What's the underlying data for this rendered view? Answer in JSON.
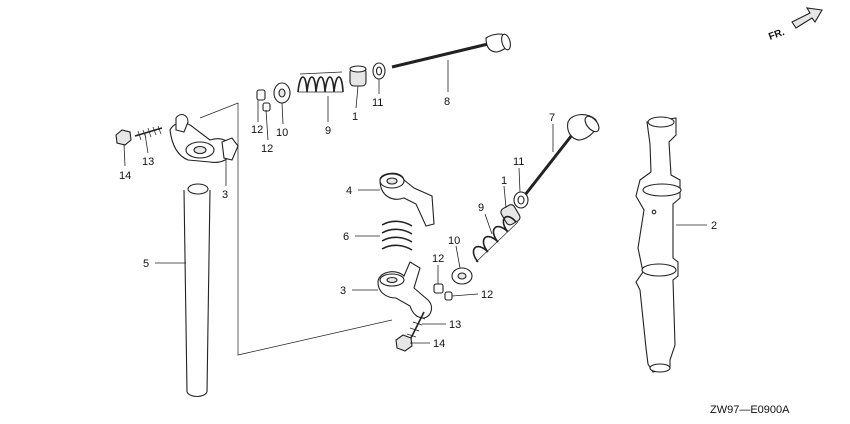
{
  "direction_label": "FR.",
  "diagram_code": "ZW97—E0900A",
  "callouts": [
    {
      "id": "c8",
      "text": "8"
    },
    {
      "id": "c12a",
      "text": "12"
    },
    {
      "id": "c12b",
      "text": "12"
    },
    {
      "id": "c10a",
      "text": "10"
    },
    {
      "id": "c9a",
      "text": "9"
    },
    {
      "id": "c1a",
      "text": "1"
    },
    {
      "id": "c11a",
      "text": "11"
    },
    {
      "id": "c14a",
      "text": "14"
    },
    {
      "id": "c13a",
      "text": "13"
    },
    {
      "id": "c3a",
      "text": "3"
    },
    {
      "id": "c5",
      "text": "5"
    },
    {
      "id": "c7",
      "text": "7"
    },
    {
      "id": "c11b",
      "text": "11"
    },
    {
      "id": "c1b",
      "text": "1"
    },
    {
      "id": "c9b",
      "text": "9"
    },
    {
      "id": "c2",
      "text": "2"
    },
    {
      "id": "c4",
      "text": "4"
    },
    {
      "id": "c6",
      "text": "6"
    },
    {
      "id": "c10b",
      "text": "10"
    },
    {
      "id": "c12c",
      "text": "12"
    },
    {
      "id": "c3b",
      "text": "3"
    },
    {
      "id": "c12d",
      "text": "12"
    },
    {
      "id": "c13b",
      "text": "13"
    },
    {
      "id": "c14b",
      "text": "14"
    }
  ]
}
